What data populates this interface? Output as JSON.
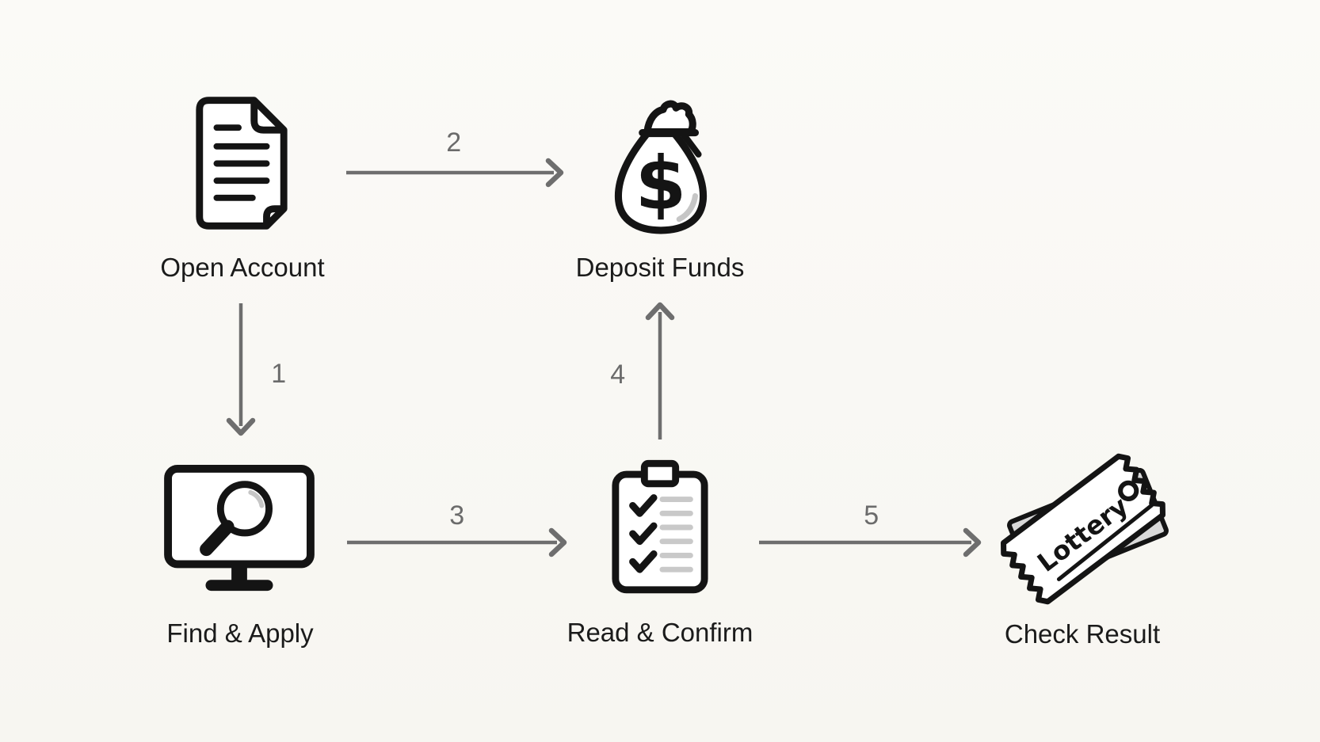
{
  "diagram": {
    "colors": {
      "background": "#f8f7f3",
      "arrow": "#6e6e6e",
      "number": "#6b6b6b",
      "label": "#1b1b1b",
      "icon_ink": "#141414",
      "icon_muted": "#c6c6c6",
      "ticket_back": "#d9d9d9"
    },
    "nodes": [
      {
        "id": "open-account",
        "label": "Open Account",
        "icon": "document-icon"
      },
      {
        "id": "deposit-funds",
        "label": "Deposit Funds",
        "icon": "money-bag-icon",
        "currency_symbol": "$"
      },
      {
        "id": "find-apply",
        "label": "Find & Apply",
        "icon": "monitor-search-icon"
      },
      {
        "id": "read-confirm",
        "label": "Read & Confirm",
        "icon": "clipboard-checklist-icon"
      },
      {
        "id": "check-result",
        "label": "Check Result",
        "icon": "lottery-ticket-icon",
        "ticket_text": "Lottery"
      }
    ],
    "edges": [
      {
        "number": "1",
        "from": "open-account",
        "to": "find-apply",
        "direction": "down"
      },
      {
        "number": "2",
        "from": "open-account",
        "to": "deposit-funds",
        "direction": "right"
      },
      {
        "number": "3",
        "from": "find-apply",
        "to": "read-confirm",
        "direction": "right"
      },
      {
        "number": "4",
        "from": "read-confirm",
        "to": "deposit-funds",
        "direction": "up"
      },
      {
        "number": "5",
        "from": "read-confirm",
        "to": "check-result",
        "direction": "right"
      }
    ]
  }
}
